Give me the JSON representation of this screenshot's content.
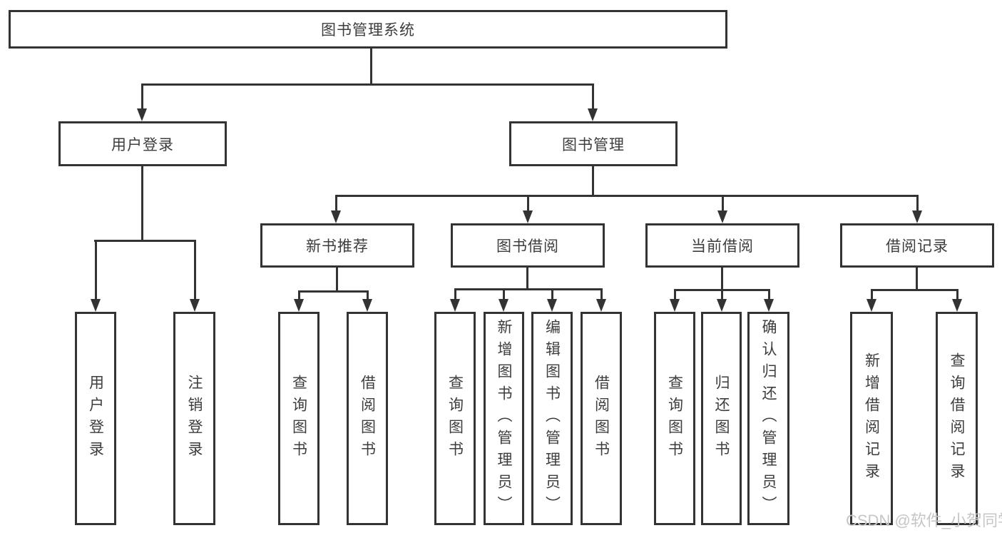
{
  "root": {
    "label": "图书管理系统"
  },
  "level1": [
    {
      "label": "用户登录"
    },
    {
      "label": "图书管理"
    }
  ],
  "level2": [
    {
      "label": "新书推荐"
    },
    {
      "label": "图书借阅"
    },
    {
      "label": "当前借阅"
    },
    {
      "label": "借阅记录"
    }
  ],
  "leaves": [
    {
      "label": "用户登录"
    },
    {
      "label": "注销登录"
    },
    {
      "label": "查询图书"
    },
    {
      "label": "借阅图书"
    },
    {
      "label": "查询图书"
    },
    {
      "label": "新增图书（管理员）"
    },
    {
      "label": "编辑图书（管理员）"
    },
    {
      "label": "借阅图书"
    },
    {
      "label": "查询图书"
    },
    {
      "label": "归还图书"
    },
    {
      "label": "确认归还（管理员）"
    },
    {
      "label": "新增借阅记录"
    },
    {
      "label": "查询借阅记录"
    }
  ],
  "watermark": "CSDN @软件_小贺同学",
  "colors": {
    "line": "#333333",
    "text": "#3d3d3d",
    "box_fill": "#ffffff",
    "background": "#ffffff",
    "watermark": "#c6c6c6"
  }
}
